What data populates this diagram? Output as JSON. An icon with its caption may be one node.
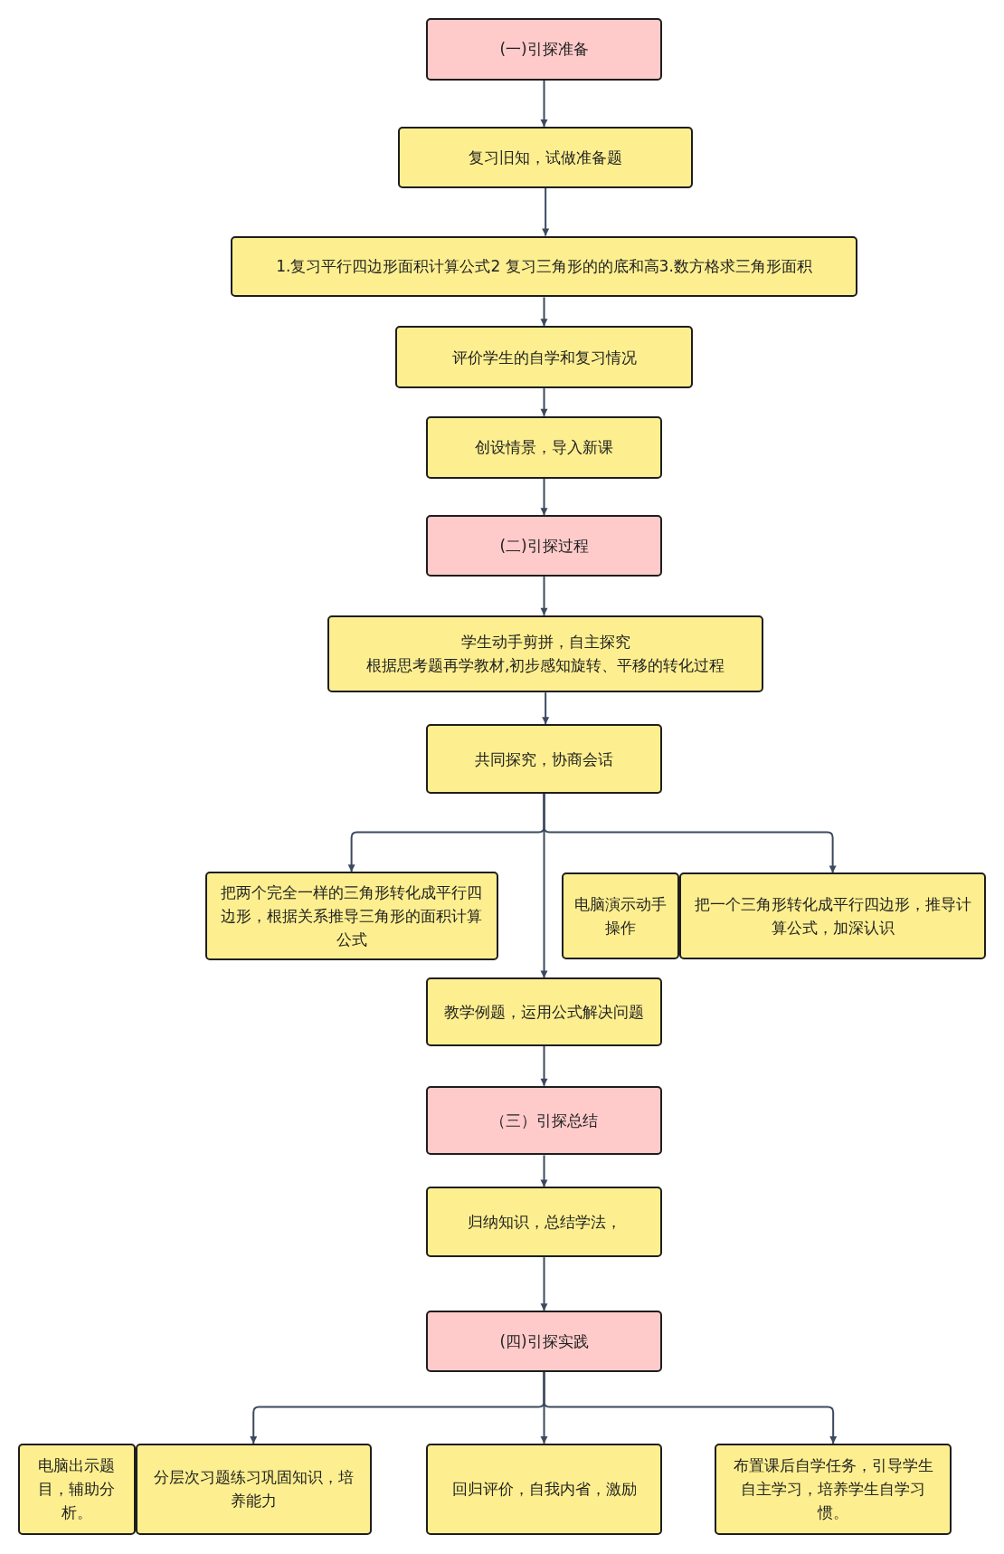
{
  "diagram": {
    "nodes": [
      {
        "text": [
          "(一)引探准备"
        ]
      },
      {
        "text": [
          "复习旧知，试做准备题"
        ]
      },
      {
        "text": [
          "1.复习平行四边形面积计算公式2 复习三角形的的底和高3.数方格求三角形面积"
        ]
      },
      {
        "text": [
          "评价学生的自学和复习情况"
        ]
      },
      {
        "text": [
          "创设情景，导入新课"
        ]
      },
      {
        "text": [
          "(二)引探过程"
        ]
      },
      {
        "text": [
          "学生动手剪拼，自主探究",
          "根据思考题再学教材,初步感知旋转、平移的转化过程"
        ]
      },
      {
        "text": [
          "共同探究，协商会话"
        ]
      },
      {
        "text": [
          "把两个完全一样的三角形转化成平行四边形，根据关系推导三角形的面积计算公式"
        ]
      },
      {
        "text": [
          "电脑演示动手操作"
        ]
      },
      {
        "text": [
          "把一个三角形转化成平行四边形，推导计算公式，加深认识"
        ]
      },
      {
        "text": [
          "教学例题，运用公式解决问题"
        ]
      },
      {
        "text": [
          "（三）引探总结"
        ]
      },
      {
        "text": [
          "归纳知识，总结学法，"
        ]
      },
      {
        "text": [
          "(四)引探实践"
        ]
      },
      {
        "text": [
          "电脑出示题目，辅助分析。"
        ]
      },
      {
        "text": [
          "分层次习题练习巩固知识，培养能力"
        ]
      },
      {
        "text": [
          "回归评价，自我内省，激励"
        ]
      },
      {
        "text": [
          "布置课后自学任务，引导学生自主学习，培养学生自学习惯。"
        ]
      }
    ],
    "edges": [
      {
        "from": 0,
        "to": 1,
        "arrow": "to"
      },
      {
        "from": 1,
        "to": 2,
        "arrow": "to"
      },
      {
        "from": 2,
        "to": 3,
        "arrow": "to"
      },
      {
        "from": 3,
        "to": 4,
        "arrow": "to"
      },
      {
        "from": 4,
        "to": 5,
        "arrow": "to"
      },
      {
        "from": 5,
        "to": 6,
        "arrow": "to"
      },
      {
        "from": 6,
        "to": 7,
        "arrow": "to"
      },
      {
        "from": 7,
        "to": 8,
        "arrow": "to"
      },
      {
        "from": 7,
        "to": 10,
        "arrow": "to"
      },
      {
        "from": 7,
        "to": 11,
        "arrow": "to"
      },
      {
        "from": 11,
        "to": 12,
        "arrow": "to"
      },
      {
        "from": 12,
        "to": 13,
        "arrow": "to"
      },
      {
        "from": 13,
        "to": 14,
        "arrow": "to"
      },
      {
        "from": 14,
        "to": 16,
        "arrow": "to"
      },
      {
        "from": 14,
        "to": 17,
        "arrow": "to"
      },
      {
        "from": 14,
        "to": 18,
        "arrow": "to"
      }
    ]
  }
}
